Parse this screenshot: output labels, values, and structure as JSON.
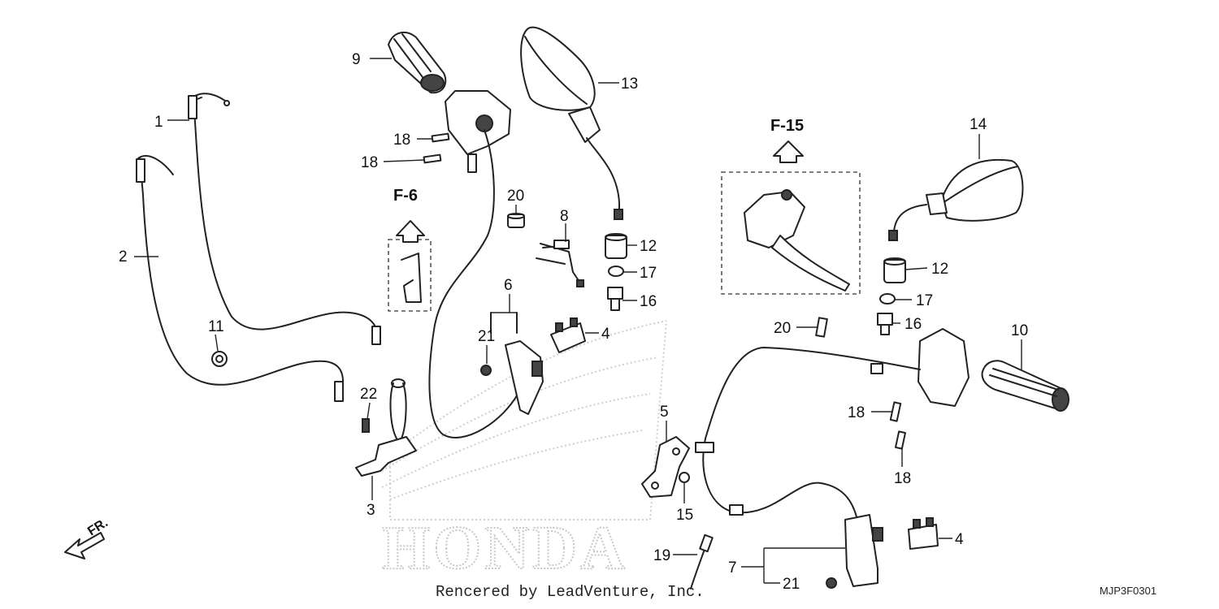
{
  "diagram": {
    "labels": {
      "p1": "1",
      "p2": "2",
      "p3": "3",
      "p4a": "4",
      "p4b": "4",
      "p5": "5",
      "p6": "6",
      "p7": "7",
      "p8": "8",
      "p9": "9",
      "p10": "10",
      "p11": "11",
      "p12a": "12",
      "p12b": "12",
      "p13": "13",
      "p14": "14",
      "p15": "15",
      "p16a": "16",
      "p16b": "16",
      "p17a": "17",
      "p17b": "17",
      "p18a": "18",
      "p18b": "18",
      "p18c": "18",
      "p18d": "18",
      "p19": "19",
      "p20a": "20",
      "p20b": "20",
      "p21a": "21",
      "p21b": "21",
      "p22": "22"
    },
    "section_refs": {
      "f6": "F-6",
      "f15": "F-15"
    },
    "direction": "FR.",
    "watermark": "HONDA",
    "credit": "Rencered by LeadVenture, Inc.",
    "diagram_code": "MJP3F0301"
  }
}
